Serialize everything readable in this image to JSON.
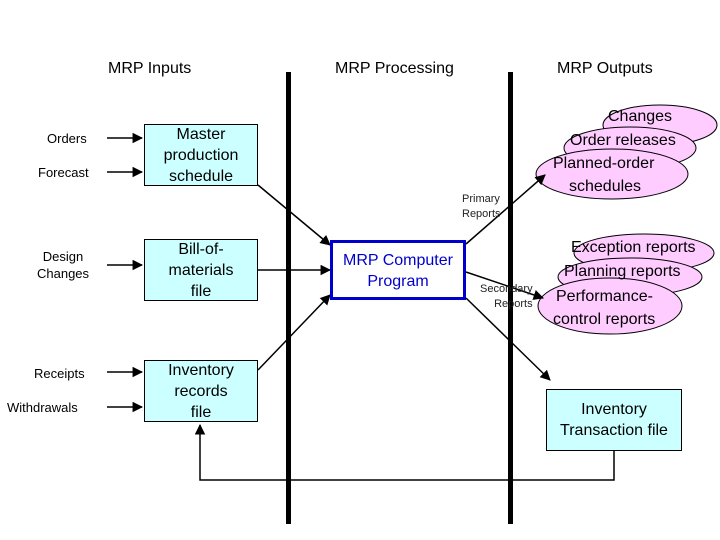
{
  "headers": {
    "inputs": "MRP Inputs",
    "processing": "MRP Processing",
    "outputs": "MRP Outputs"
  },
  "inputs": {
    "orders": "Orders",
    "forecast": "Forecast",
    "design_changes": [
      "Design",
      "Changes"
    ],
    "receipts": "Receipts",
    "withdrawals": "Withdrawals"
  },
  "files": {
    "master_schedule": [
      "Master",
      "production",
      "schedule"
    ],
    "bom": [
      "Bill-of-",
      "materials",
      "file"
    ],
    "inventory_records": [
      "Inventory",
      "records",
      "file"
    ]
  },
  "program": [
    "MRP  Computer",
    "Program"
  ],
  "primary_reports": {
    "label": [
      "Primary",
      "Reports"
    ],
    "items": [
      "Changes",
      "Order releases",
      "Planned-order",
      "schedules"
    ]
  },
  "secondary_reports": {
    "label": [
      "Secondary",
      "Reports"
    ],
    "items": [
      "Exception reports",
      "Planning reports",
      "Performance-",
      "control reports"
    ]
  },
  "transaction_file": [
    "Inventory",
    "Transaction file"
  ],
  "colors": {
    "input_box": "#ccffff",
    "program_border": "#0000cc",
    "program_text": "#0000cc",
    "report_ellipse": "#ffccff",
    "transaction_box": "#ccffff",
    "divider": "#000000"
  }
}
